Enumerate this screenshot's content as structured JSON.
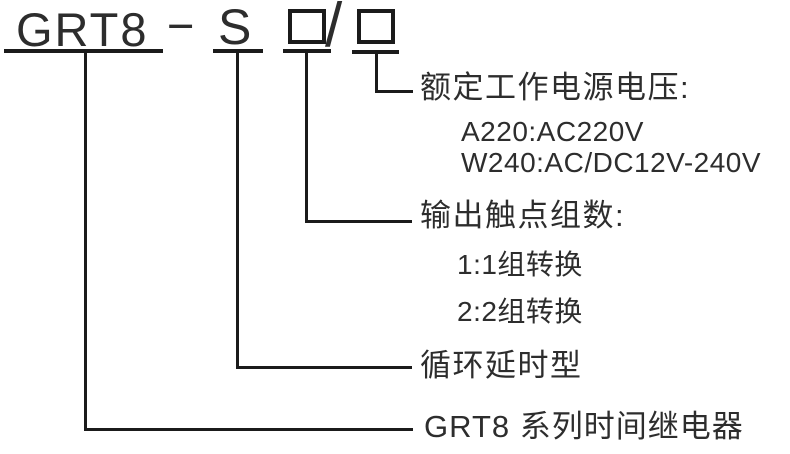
{
  "diagram": {
    "model": {
      "series": "GRT8",
      "separator": "−",
      "type_code": "S",
      "slash": "/"
    },
    "icons": {
      "placeholder_box_1": "empty-square-box",
      "placeholder_box_2": "empty-square-box"
    },
    "colors": {
      "text": "#2d2d2d",
      "line": "#1b1b1b",
      "background": "#ffffff"
    },
    "annotations": [
      {
        "key": "rated_voltage",
        "label": "额定工作电源电压:",
        "options": [
          "A220:AC220V",
          "W240:AC/DC12V-240V"
        ]
      },
      {
        "key": "output_contacts",
        "label": "输出触点组数:",
        "options": [
          "1:1组转换",
          "2:2组转换"
        ]
      },
      {
        "key": "delay_type",
        "label": "循环延时型",
        "options": []
      },
      {
        "key": "series_name",
        "label": "GRT8 系列时间继电器",
        "options": []
      }
    ]
  }
}
